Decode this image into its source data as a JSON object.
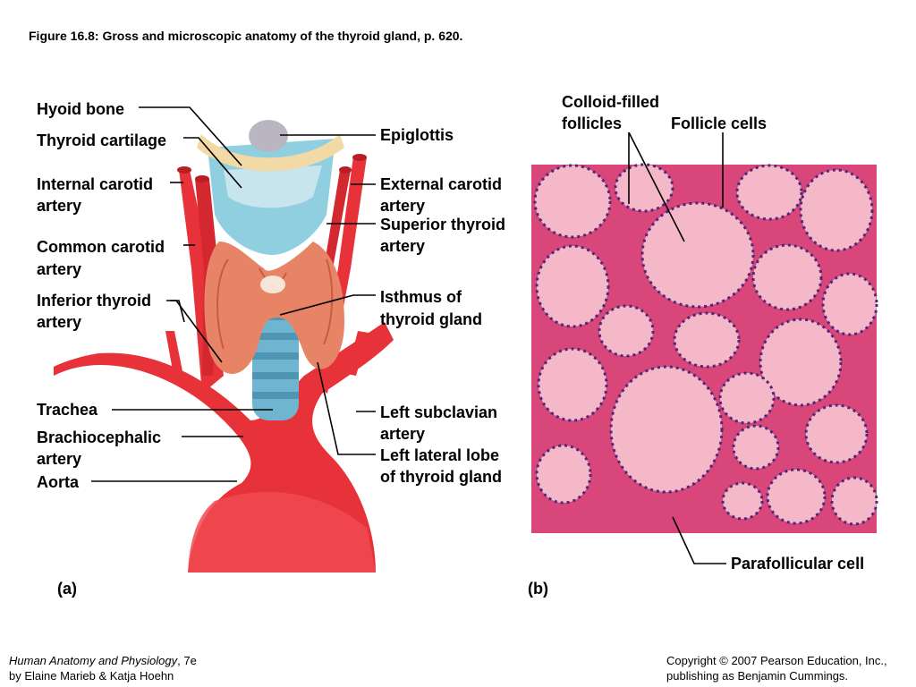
{
  "caption": "Figure 16.8:  Gross and microscopic anatomy of the thyroid gland, p. 620.",
  "panel_a": {
    "letter": "(a)",
    "labels_left": {
      "hyoid_bone": "Hyoid bone",
      "thyroid_cartilage": "Thyroid cartilage",
      "internal_carotid_1": "Internal carotid",
      "internal_carotid_2": "artery",
      "common_carotid_1": "Common carotid",
      "common_carotid_2": "artery",
      "inferior_thyroid_1": "Inferior thyroid",
      "inferior_thyroid_2": "artery",
      "trachea": "Trachea",
      "brachiocephalic_1": "Brachiocephalic",
      "brachiocephalic_2": "artery",
      "aorta": "Aorta"
    },
    "labels_right": {
      "epiglottis": "Epiglottis",
      "external_carotid_1": "External carotid",
      "external_carotid_2": "artery",
      "superior_thyroid_1": "Superior thyroid",
      "superior_thyroid_2": "artery",
      "isthmus_1": "Isthmus of",
      "isthmus_2": "thyroid gland",
      "left_subclavian_1": "Left subclavian",
      "left_subclavian_2": "artery",
      "left_lateral_1": "Left lateral lobe",
      "left_lateral_2": "of thyroid gland"
    }
  },
  "panel_b": {
    "letter": "(b)",
    "colloid_1": "Colloid-filled",
    "colloid_2": "follicles",
    "follicle_cells": "Follicle cells",
    "parafollicular": "Parafollicular cell"
  },
  "footer": {
    "book_title": "Human Anatomy and Physiology",
    "edition": ", 7e",
    "authors": "by Elaine Marieb & Katja Hoehn",
    "copyright_1": "Copyright © 2007 Pearson Education, Inc.,",
    "copyright_2": "publishing as Benjamin Cummings."
  },
  "colors": {
    "artery": "#e8323a",
    "artery_dark": "#b81e26",
    "cartilage": "#8fcfe0",
    "trachea": "#6fb5d0",
    "thyroid": "#e88466",
    "hyoid": "#f2d9a6",
    "histo_bg": "#d8467a",
    "colloid": "#f4b8c8",
    "nucleus": "#4a2a78"
  }
}
